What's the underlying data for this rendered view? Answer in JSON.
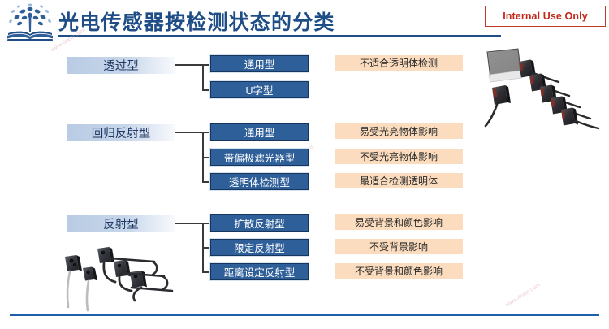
{
  "header": {
    "title": "光电传感器按检测状态的分类",
    "badge": "Internal Use Only",
    "logo_icon": "book-tree-logo-icon"
  },
  "groups": [
    {
      "category": "透过型",
      "rows": [
        {
          "type": "通用型",
          "desc": "不适合透明体检测"
        },
        {
          "type": "U字型",
          "desc": ""
        }
      ]
    },
    {
      "category": "回归反射型",
      "rows": [
        {
          "type": "通用型",
          "desc": "易受光亮物体影响"
        },
        {
          "type": "带偏极滤光器型",
          "desc": "不受光亮物体影响"
        },
        {
          "type": "透明体检测型",
          "desc": "最适合检测透明体"
        }
      ]
    },
    {
      "category": "反射型",
      "rows": [
        {
          "type": "扩散反射型",
          "desc": "易受背景和颜色影响"
        },
        {
          "type": "限定反射型",
          "desc": "不受背景影响"
        },
        {
          "type": "距离设定反射型",
          "desc": "不受背景和颜色影响"
        }
      ]
    }
  ],
  "photos": {
    "top_right": "photoelectric-sensor-products-photo",
    "bottom_left": "reflective-sensor-products-photo"
  },
  "colors": {
    "title": "#1F4E87",
    "badge": "#C3281B",
    "category_box": "#B9CCE4",
    "type_box": "#2E5F99",
    "desc_box": "#FBDCBE",
    "rule": "#1F5FA9"
  }
}
